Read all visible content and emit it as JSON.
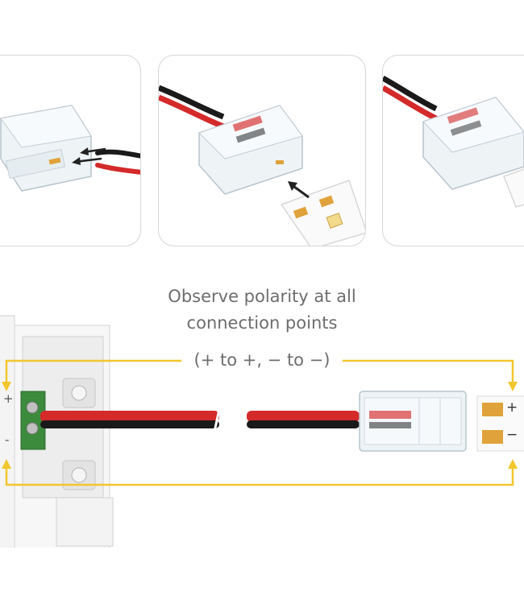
{
  "caption": {
    "line1": "Observe polarity at all",
    "line2": "connection points",
    "polarity_rule": "(+ to +, − to −)"
  },
  "driver_terminals": {
    "plus": "+",
    "minus": "-"
  },
  "strip_pads": {
    "plus": "+",
    "minus": "−"
  },
  "colors": {
    "polarity_line": "#f2c62e",
    "positive_wire": "#d42a2a",
    "negative_wire": "#1a1a1a",
    "copper_pad": "#e0a23a",
    "terminal_block": "#3c8a3c",
    "panel_border": "#d6d6d6",
    "caption_text": "#6d6d6d"
  },
  "icons": [
    "insertion-arrow-icon",
    "connector-clip",
    "led-chip"
  ]
}
